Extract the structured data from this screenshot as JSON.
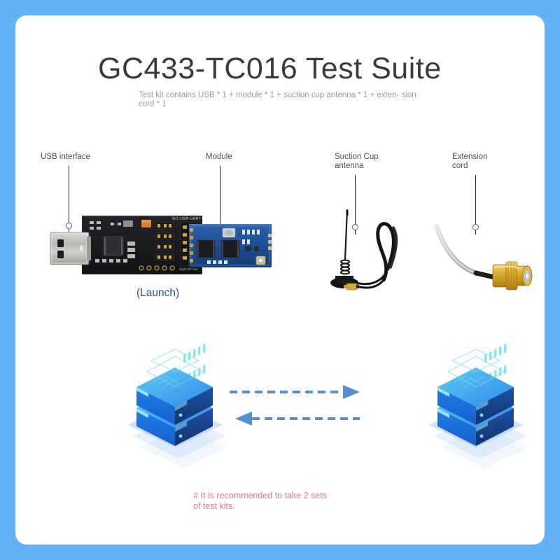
{
  "page": {
    "border_color": "#64b2f6",
    "panel_color": "#ffffff"
  },
  "header": {
    "title": "GC433-TC016 Test Suite",
    "subtitle": "Test kit contains USB * 1 + module * 1 + suction cup antenna * 1 + exten-\nsion cord * 1"
  },
  "callouts": [
    {
      "id": "usb-interface",
      "label": "USB interface"
    },
    {
      "id": "module",
      "label": "Module"
    },
    {
      "id": "suction-cup-antenna",
      "label": "Suction Cup\nantenna"
    },
    {
      "id": "extension-cord",
      "label": "Extension\ncord"
    }
  ],
  "hardware": {
    "usb_board_silkscreen": "GC-USB-UART",
    "launch_label": "(Launch)"
  },
  "diagram": {
    "arrow_color": "#5590cf",
    "left_node": "server-node",
    "right_node": "server-node",
    "forward_arrow": "dashed-arrow-right",
    "reverse_arrow": "dashed-arrow-left"
  },
  "footnote": {
    "text": "# It is recommended to take 2 sets\nof test kits.",
    "color": "#e8797f"
  }
}
